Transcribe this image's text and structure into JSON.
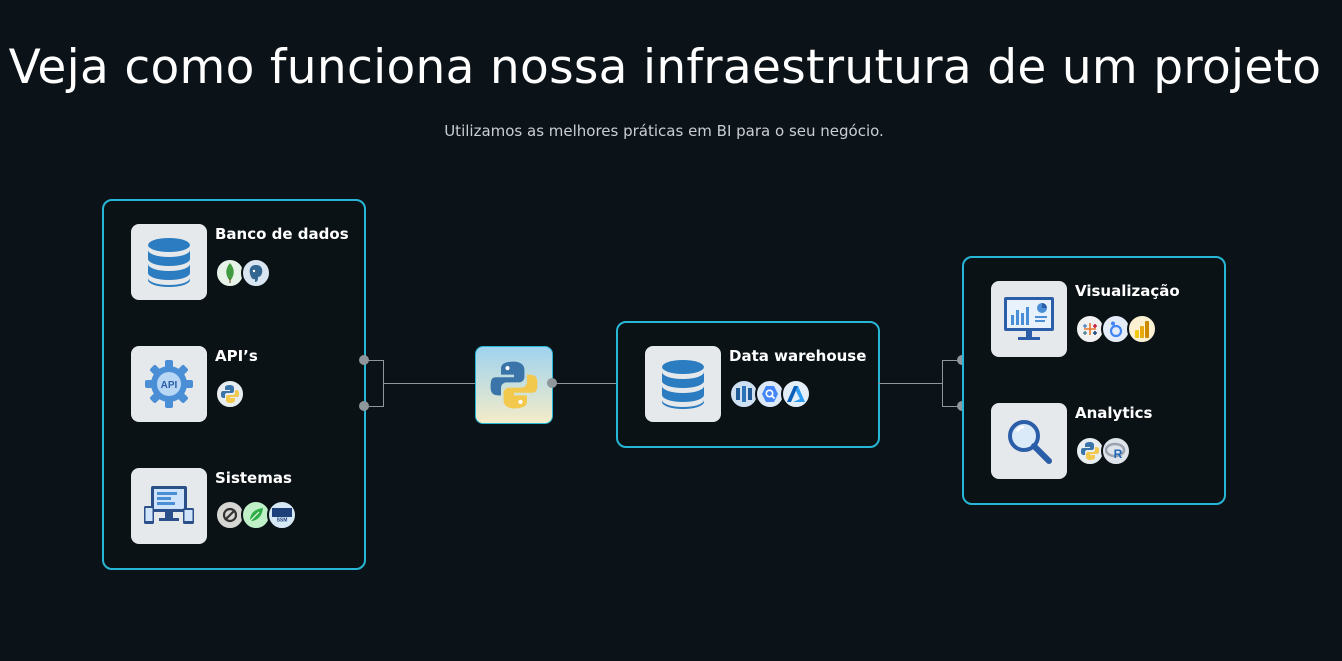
{
  "header": {
    "title": "Veja como funciona nossa infraestrutura de um projeto",
    "subtitle": "Utilizamos as melhores práticas em BI para o seu negócio."
  },
  "sources": [
    {
      "label": "Banco de dados",
      "icon": "database-icon",
      "tech": [
        "mongodb-icon",
        "postgresql-icon"
      ]
    },
    {
      "label": "API’s",
      "icon": "api-gear-icon",
      "tech": [
        "python-icon"
      ]
    },
    {
      "label": "Sistemas",
      "icon": "systems-devices-icon",
      "tech": [
        "odoo-icon",
        "leaf-icon",
        "ssm-icon"
      ]
    }
  ],
  "etl": {
    "icon": "python-icon"
  },
  "warehouse": {
    "label": "Data warehouse",
    "icon": "database-icon",
    "tech": [
      "redshift-icon",
      "bigquery-icon",
      "azure-icon"
    ]
  },
  "outputs": [
    {
      "label": "Visualização",
      "icon": "dashboard-icon",
      "tech": [
        "tableau-icon",
        "looker-icon",
        "powerbi-icon"
      ]
    },
    {
      "label": "Analytics",
      "icon": "magnifier-icon",
      "tech": [
        "python-icon",
        "r-icon"
      ]
    }
  ],
  "colors": {
    "background": "#0c1318",
    "accent": "#27b6d6",
    "connector": "#8f969c"
  }
}
